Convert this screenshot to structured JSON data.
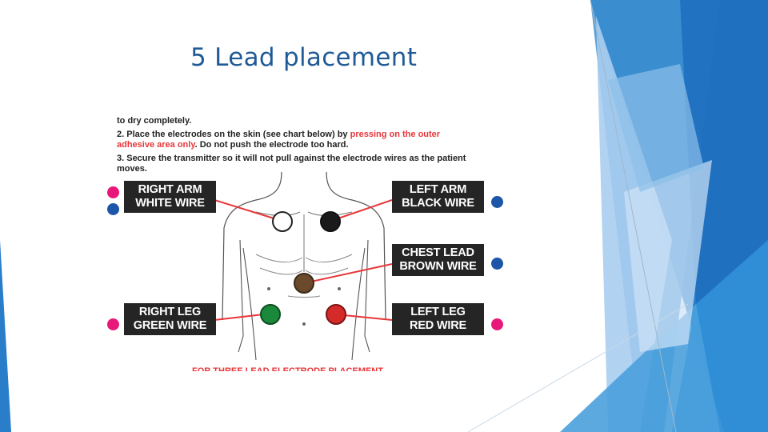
{
  "slide": {
    "title": "5 Lead placement"
  },
  "instructions": {
    "line1": "to dry completely.",
    "line2_prefix": "2. Place the electrodes on the skin (see chart below) by ",
    "line2_highlight": "pressing on the outer",
    "line3_highlight": "adhesive area only",
    "line3_suffix": ". Do not push the electrode too hard.",
    "line4": "3. Secure the transmitter so it will not pull against the electrode wires as the patient",
    "line5": "moves."
  },
  "labels": {
    "right_arm": [
      "RIGHT ARM",
      "WHITE WIRE"
    ],
    "left_arm": [
      "LEFT ARM",
      "BLACK WIRE"
    ],
    "chest_lead": [
      "CHEST LEAD",
      "BROWN WIRE"
    ],
    "right_leg": [
      "RIGHT LEG",
      "GREEN WIRE"
    ],
    "left_leg": [
      "LEFT LEG",
      "RED WIRE"
    ]
  },
  "footer_cutoff": "FOR THREE LEAD ELECTRODE PLACEMENT",
  "colors": {
    "title": "#1f5a96",
    "highlight_red": "#e8363a",
    "label_bg": "#252525",
    "marker_pink": "#e8187a",
    "marker_blue": "#1d55a8",
    "electrode_white": "#ffffff",
    "electrode_black": "#1a1a1a",
    "electrode_brown": "#6b4a2b",
    "electrode_green": "#1a8a3a",
    "electrode_red": "#d42a2a",
    "deco_blue_dark": "#1f6fbf",
    "deco_blue_mid": "#2f8fd6",
    "deco_blue_light": "#a9cdef"
  }
}
